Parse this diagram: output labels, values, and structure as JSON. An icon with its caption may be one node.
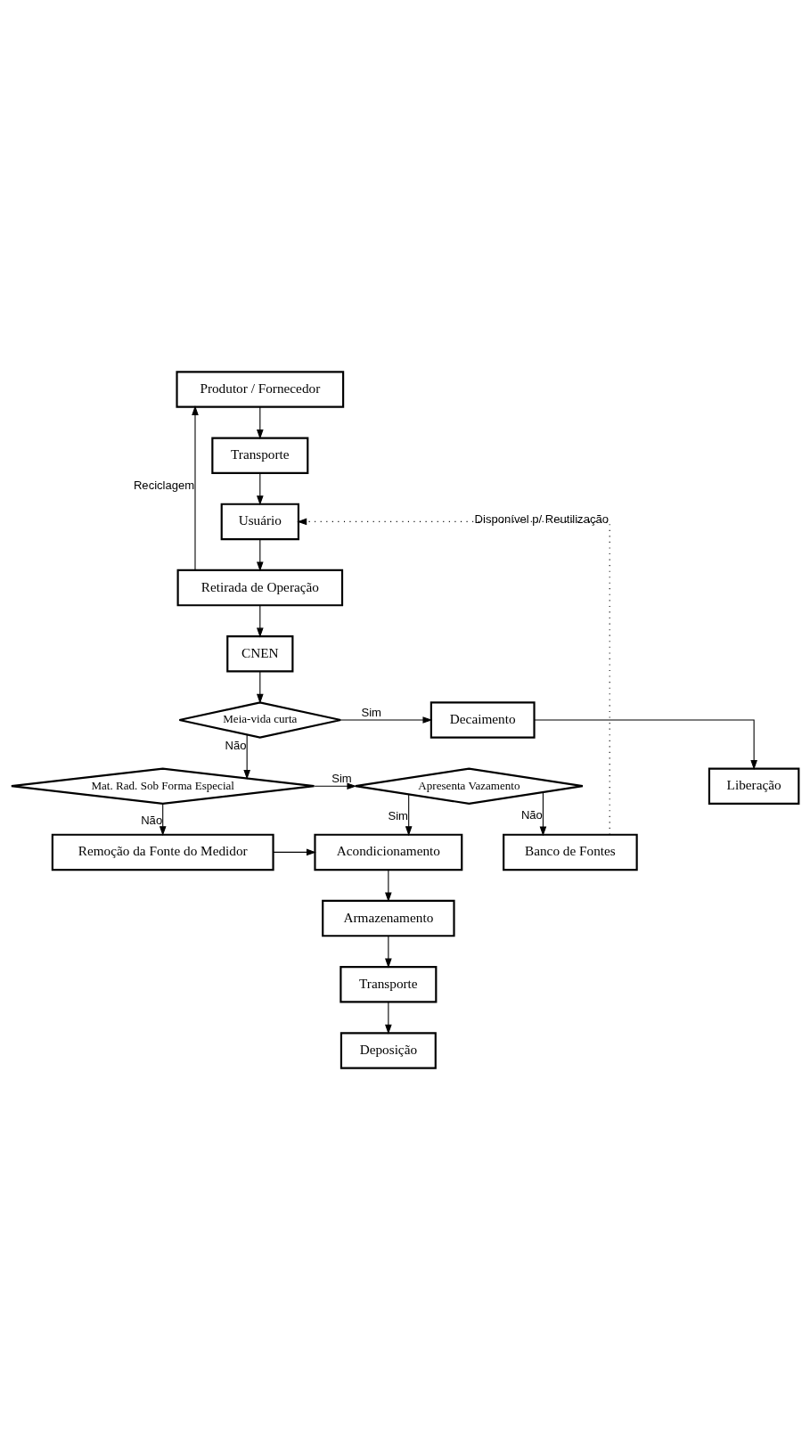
{
  "diagram": {
    "nodes": [
      {
        "text": [
          "Produtor / Fornecedor"
        ]
      },
      {
        "text": [
          "Transporte"
        ]
      },
      {
        "text": [
          "Usuário"
        ]
      },
      {
        "text": [
          "Retirada de Operação"
        ]
      },
      {
        "text": [
          "CNEN"
        ]
      },
      {
        "text": [
          "Meia-vida curta"
        ]
      },
      {
        "text": [
          "Decaimento"
        ]
      },
      {
        "text": [
          "Liberação"
        ]
      },
      {
        "text": [
          "Mat. Rad. Sob Forma Especial"
        ]
      },
      {
        "text": [
          "Apresenta Vazamento"
        ]
      },
      {
        "text": [
          "Banco de Fontes"
        ]
      },
      {
        "text": [
          "Remoção da Fonte do Medidor"
        ]
      },
      {
        "text": [
          "Acondicionamento"
        ]
      },
      {
        "text": [
          "Armazenamento"
        ]
      },
      {
        "text": [
          "Transporte"
        ]
      },
      {
        "text": [
          "Deposição"
        ]
      }
    ],
    "edges": [
      {
        "from": 0,
        "to": 1,
        "arrow": "to"
      },
      {
        "from": 1,
        "to": 2,
        "arrow": "to"
      },
      {
        "from": 2,
        "to": 3,
        "arrow": "to"
      },
      {
        "from": 3,
        "to": 0,
        "arrow": "to",
        "label": "Reciclagem"
      },
      {
        "from": 3,
        "to": 4,
        "arrow": "to"
      },
      {
        "from": 4,
        "to": 5,
        "arrow": "to"
      },
      {
        "from": 5,
        "to": 6,
        "arrow": "to",
        "label": "Sim"
      },
      {
        "from": 6,
        "to": 7,
        "arrow": "to"
      },
      {
        "from": 5,
        "to": 8,
        "arrow": "to",
        "label": "Não"
      },
      {
        "from": 8,
        "to": 9,
        "arrow": "to",
        "label": "Sim"
      },
      {
        "from": 9,
        "to": 10,
        "arrow": "to",
        "label": "Não"
      },
      {
        "from": 10,
        "to": 2,
        "arrow": "to",
        "label": "Disponível p/ Reutilização",
        "style": "dashed"
      },
      {
        "from": 8,
        "to": 11,
        "arrow": "to",
        "label": "Não"
      },
      {
        "from": 9,
        "to": 12,
        "arrow": "to",
        "label": "Sim"
      },
      {
        "from": 11,
        "to": 12,
        "arrow": "to"
      },
      {
        "from": 12,
        "to": 13,
        "arrow": "to"
      },
      {
        "from": 13,
        "to": 14,
        "arrow": "to"
      },
      {
        "from": 14,
        "to": 15,
        "arrow": "to"
      }
    ]
  }
}
